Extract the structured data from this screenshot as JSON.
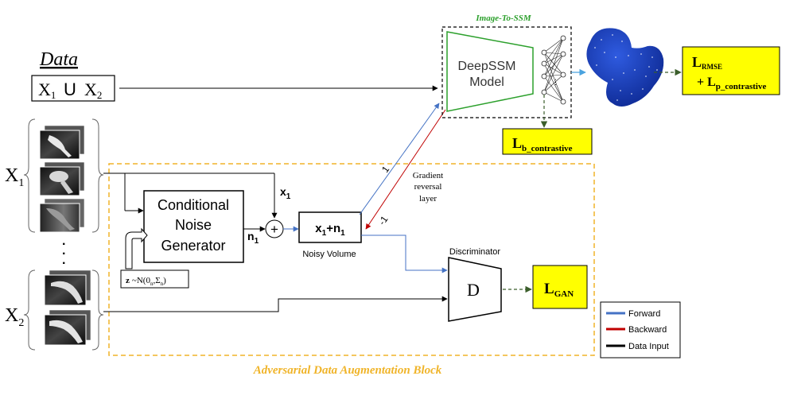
{
  "data_heading": "Data",
  "union_box": {
    "x1": "X",
    "x1_sub": "1",
    "union": "U",
    "x2": "X",
    "x2_sub": "2"
  },
  "sets": {
    "x1": {
      "main": "X",
      "sub": "1"
    },
    "x2": {
      "main": "X",
      "sub": "2"
    }
  },
  "ellipsis": ". . .",
  "noise_generator": {
    "line1": "Conditional",
    "line2": "Noise",
    "line3": "Generator"
  },
  "z_box": {
    "z": "z",
    "text": "~N(0",
    "sub_n": "n",
    "comma": ",Σ",
    "sub_n2": "n",
    "close": ")"
  },
  "x1_label": {
    "main": "x",
    "sub": "1"
  },
  "n1_label": {
    "main": "n",
    "sub": "1"
  },
  "plus_symbol": "+",
  "noisy_box": {
    "x": "x",
    "x_sub": "1",
    "plus": "+n",
    "n_sub": "1"
  },
  "noisy_caption": "Noisy Volume",
  "grad_weight_pos": "1",
  "grad_weight_neg": "-1",
  "gradient_reversal": {
    "line1": "Gradient",
    "line2": "reversal",
    "line3": "layer"
  },
  "discriminator_caption": "Discriminator",
  "discriminator_label": "D",
  "loss_gan": {
    "main": "L",
    "sub": "GAN"
  },
  "image_to_ssm_title": "Image-To-SSM",
  "deepssm": {
    "line1": "DeepSSM",
    "line2": "Model"
  },
  "loss_b": {
    "main": "L",
    "sub": "b_contrastive"
  },
  "loss_top": {
    "main1": "L",
    "sub1": "RMSE",
    "plus": "+ L",
    "sub2": "p_contrastive"
  },
  "block_title": "Adversarial Data Augmentation Block",
  "legend": {
    "forward": "Forward",
    "backward": "Backward",
    "data_input": "Data Input"
  },
  "colors": {
    "forward": "#4472c4",
    "backward": "#c00000",
    "data_input": "#000000",
    "dashed_block": "#f0b429",
    "block_title": "#f0b429",
    "loss_fill": "#ffff00",
    "deepssm_green": "#2ca02c",
    "shape_blue": "#1a3fbf",
    "dashed_arrow": "#3b5e2b"
  }
}
